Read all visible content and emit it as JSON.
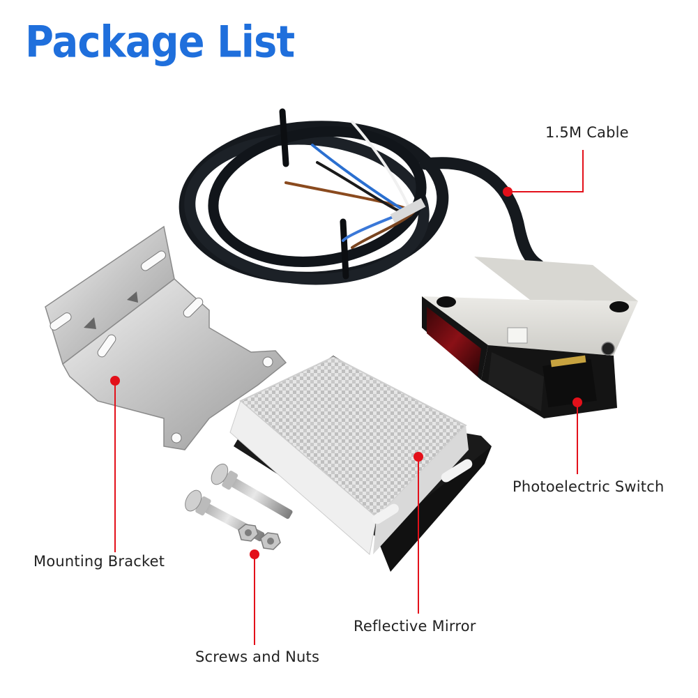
{
  "title": "Package List",
  "labels": {
    "cable": "1.5M Cable",
    "switch": "Photoelectric Switch",
    "bracket": "Mounting Bracket",
    "screws": "Screws and Nuts",
    "mirror": "Reflective Mirror"
  },
  "colors": {
    "title": "#1f6fdc",
    "marker": "#e3101a"
  }
}
